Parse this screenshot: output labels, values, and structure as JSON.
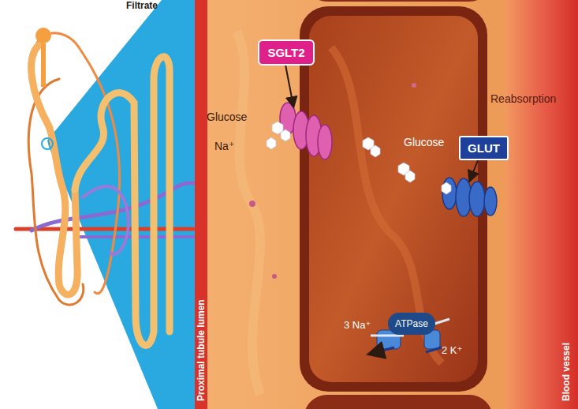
{
  "diagram": {
    "nodes": [
      {
        "text": [
          "Proximal tubule lumen"
        ]
      },
      {
        "text": [
          "SGLT2"
        ]
      },
      {
        "text": [
          "GLUT"
        ]
      },
      {
        "text": [
          "ATPase"
        ]
      }
    ],
    "labels": [
      "Filtrate",
      "Glucose",
      "Na⁺",
      "Glucose",
      "Reabsorption",
      "3 Na⁺",
      "2 K⁺",
      "Blood vessel"
    ]
  }
}
